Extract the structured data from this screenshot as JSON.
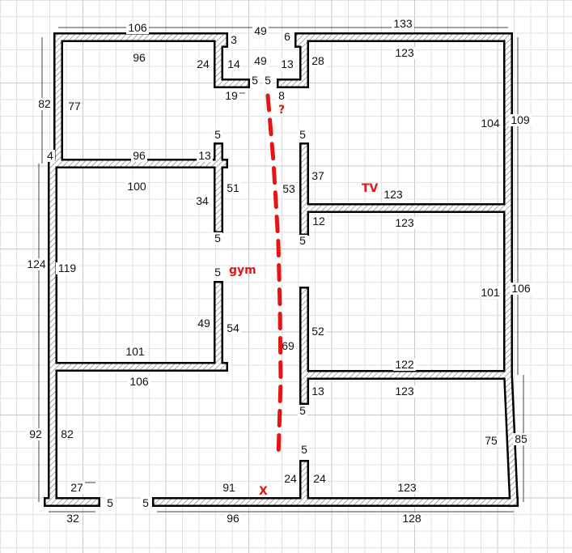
{
  "labels": [
    "106",
    "49",
    "133",
    "96",
    "3",
    "6",
    "24",
    "14",
    "49",
    "13",
    "28",
    "123",
    "5",
    "5",
    "19",
    "8",
    "82",
    "77",
    "104",
    "109",
    "4",
    "96",
    "13",
    "5",
    "5",
    "37",
    "100",
    "51",
    "53",
    "34",
    "123",
    "12",
    "123",
    "5",
    "5",
    "124",
    "119",
    "5",
    "101",
    "106",
    "49",
    "54",
    "52",
    "69",
    "101",
    "122",
    "106",
    "13",
    "123",
    "5",
    "92",
    "82",
    "75",
    "85",
    "5",
    "27",
    "5",
    "5",
    "91",
    "24",
    "24",
    "123",
    "32",
    "96",
    "128"
  ],
  "annotations": {
    "question": "?",
    "tv": "TV",
    "gym": "gym",
    "x_mark": "X"
  },
  "colors": {
    "wall": "#000000",
    "grid_minor": "#e2e2e2",
    "grid_major": "#c8c8c8",
    "annotation": "#e31515",
    "text": "#111111"
  }
}
